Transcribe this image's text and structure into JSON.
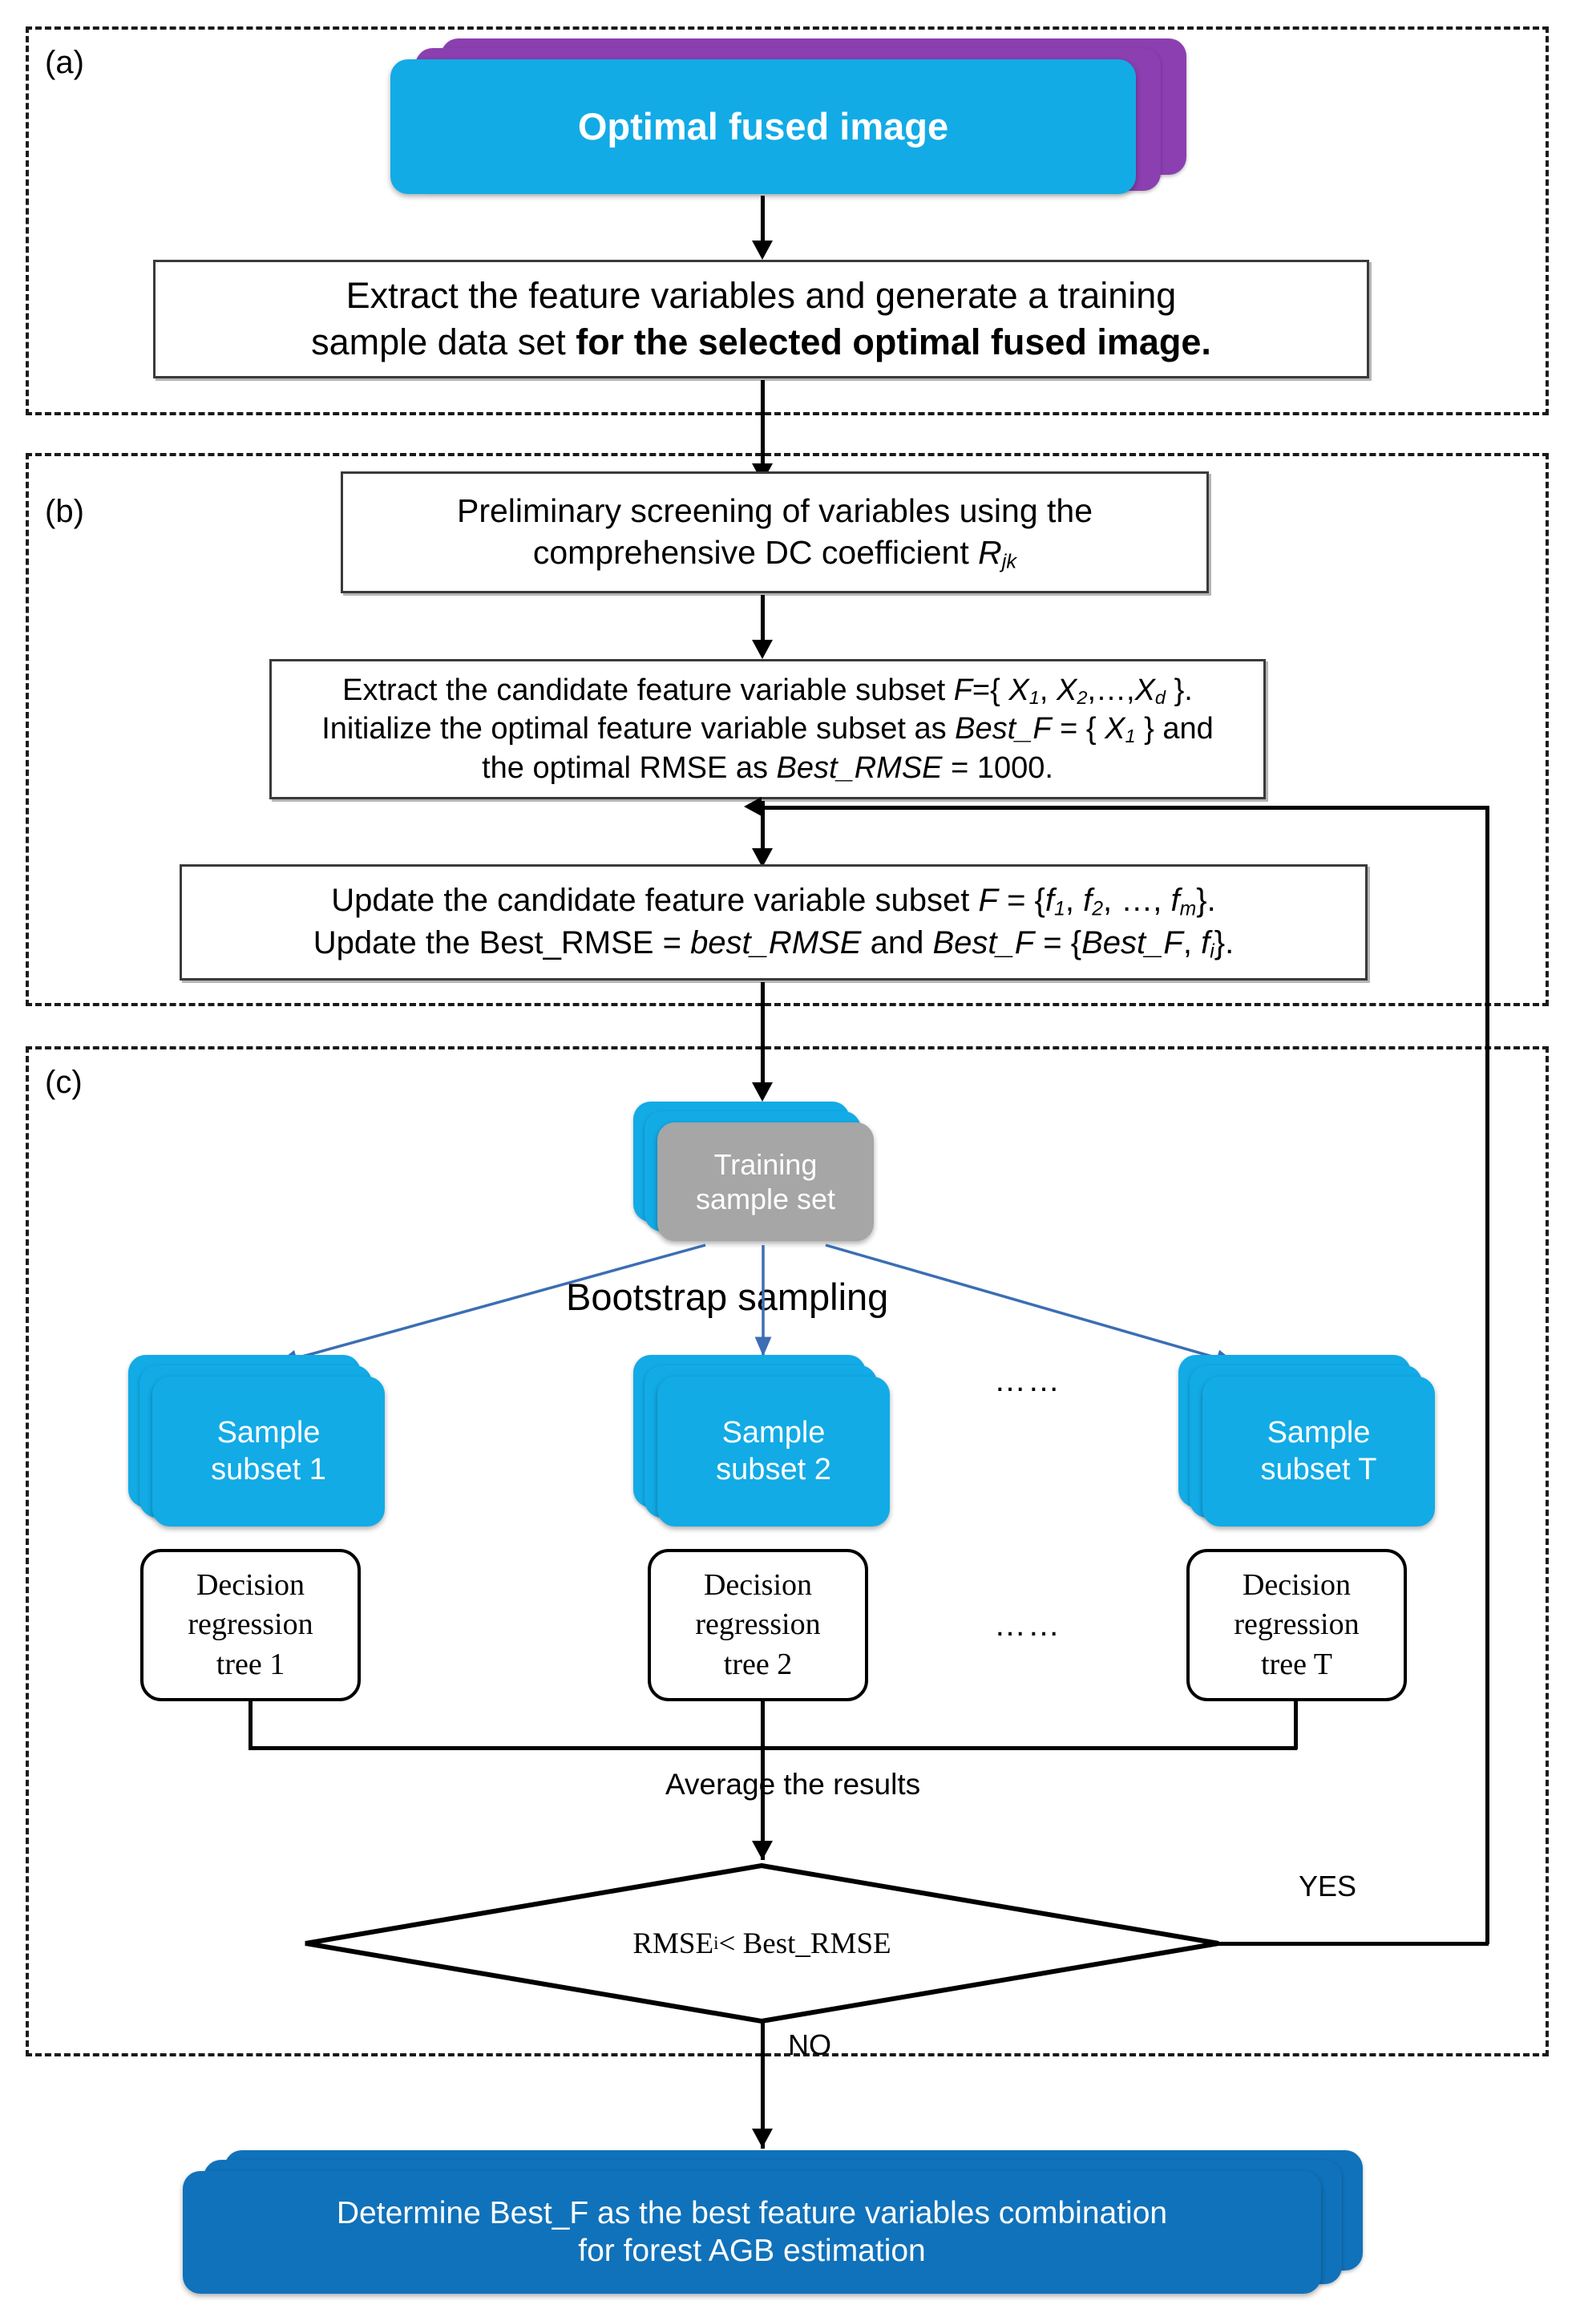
{
  "sections": {
    "a": {
      "label": "(a)"
    },
    "b": {
      "label": "(b)"
    },
    "c": {
      "label": "(c)"
    }
  },
  "nodes": {
    "optimal_fused_image": "Optimal fused image",
    "extract_features_line1": "Extract the feature variables and generate a training",
    "extract_features_line2a": "sample data set ",
    "extract_features_line2b": "for the selected optimal fused image.",
    "prelim_line1": "Preliminary screening of variables using the",
    "prelim_line2a": "comprehensive DC coefficient  ",
    "prelim_line2b": "R",
    "prelim_line2c": "jk",
    "candidate_line1": "Extract the candidate feature variable subset F={ X1, X2,…,Xd }.",
    "candidate_line2": "Initialize the optimal feature variable subset as Best_F = { X1 } and",
    "candidate_line3": "the optimal RMSE as Best_RMSE = 1000.",
    "update_line1": "Update the candidate feature variable subset F = {f1, f2, …, fm}.",
    "update_line2": "Update the Best_RMSE = best_RMSE and Best_F = {Best_F, fi}.",
    "training_sample_set_l1": "Training",
    "training_sample_set_l2": "sample set",
    "bootstrap_sampling": "Bootstrap sampling",
    "sample_subset_1_l1": "Sample",
    "sample_subset_1_l2": "subset 1",
    "sample_subset_2_l1": "Sample",
    "sample_subset_2_l2": "subset 2",
    "sample_subset_T_l1": "Sample",
    "sample_subset_T_l2": "subset T",
    "tree_1_l1": "Decision",
    "tree_1_l2": "regression",
    "tree_1_l3": "tree 1",
    "tree_2_l1": "Decision",
    "tree_2_l2": "regression",
    "tree_2_l3": "tree 2",
    "tree_T_l1": "Decision",
    "tree_T_l2": "regression",
    "tree_T_l3": "tree T",
    "average_the_results": "Average the results",
    "decision_lhs": "RMSE",
    "decision_sub": "i",
    "decision_rhs": " < Best_RMSE",
    "yes_label": "YES",
    "no_label": "NO",
    "ellipsis_subsets": "……",
    "ellipsis_trees": "……",
    "final_line1": "Determine Best_F as the best feature variables combination",
    "final_line2": "for forest AGB estimation"
  },
  "colors": {
    "cyan": "#12ABE6",
    "purple": "#8B3FB0",
    "gray": "#A6A6A6",
    "deep_blue": "#1072BA",
    "arrow_blue": "#3B6EB4",
    "frame": "#1A1A1A"
  }
}
